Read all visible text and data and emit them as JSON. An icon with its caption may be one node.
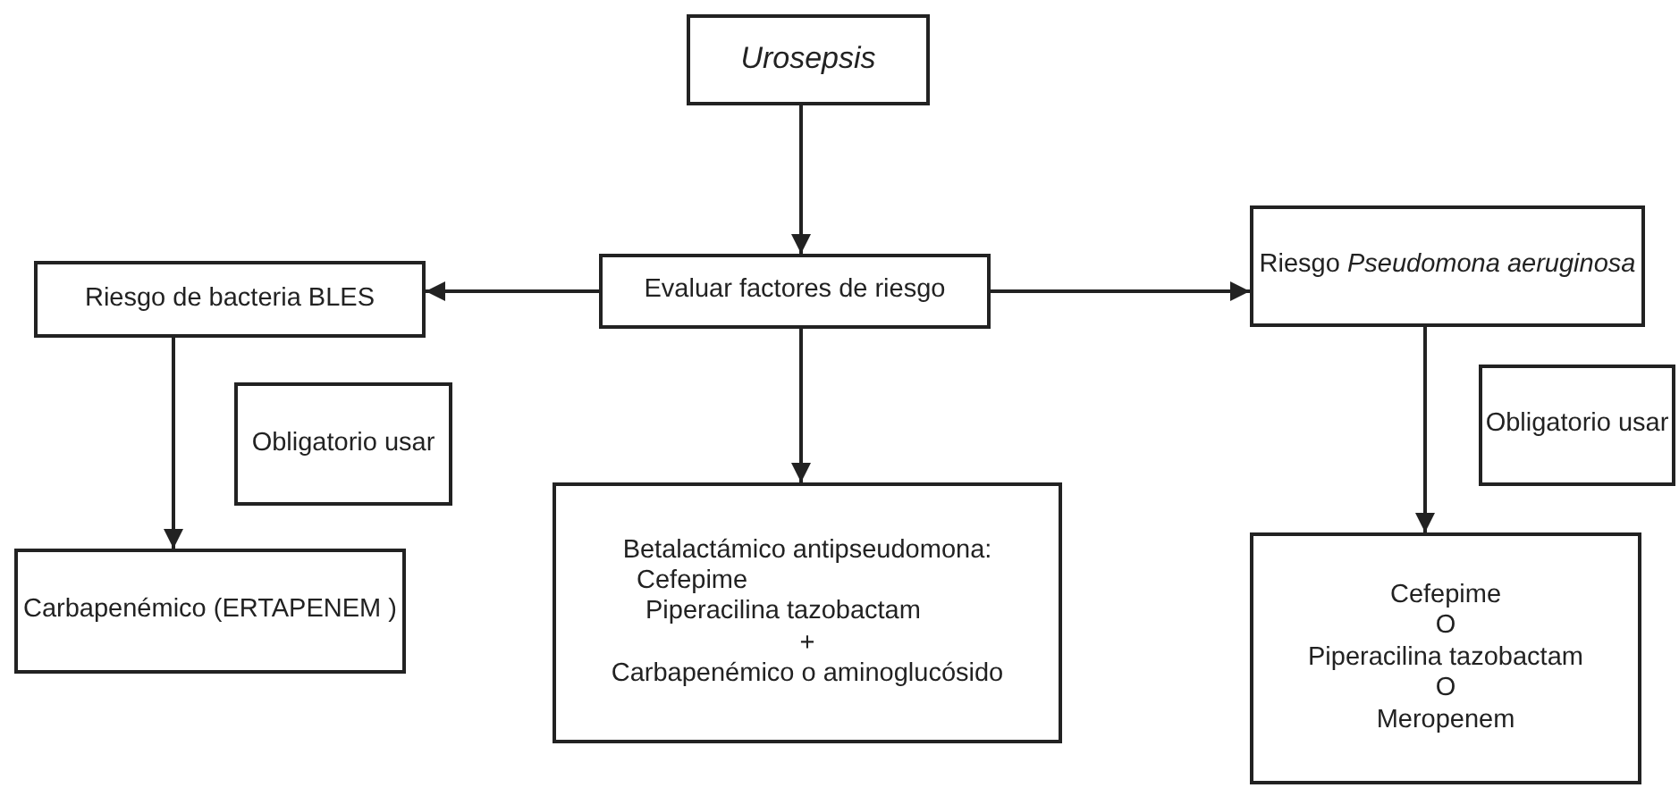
{
  "diagram": {
    "nodes": [
      {
        "text": [
          "Urosepsis"
        ]
      },
      {
        "text": [
          "Evaluar factores de riesgo"
        ]
      },
      {
        "text": [
          "Riesgo de bacteria BLES"
        ]
      },
      {
        "text": [
          "Riesgo *Pseudomona aeruginosa*"
        ]
      },
      {
        "text": [
          "Obligatorio usar"
        ]
      },
      {
        "text": [
          "Carbapenémico (ERTAPENEM )"
        ]
      },
      {
        "text": [
          "Betalactámico antipseudomona:",
          "Cefepime",
          "Piperacilina tazobactam",
          "+",
          "Carbapenémico o aminoglucósido"
        ]
      },
      {
        "text": [
          "Obligatorio usar"
        ]
      },
      {
        "text": [
          "Cefepime",
          "O",
          "Piperacilina tazobactam",
          "O",
          "Meropenem"
        ]
      }
    ],
    "edges": [
      {
        "from": 0,
        "to": 1,
        "arrow": "to"
      },
      {
        "from": 1,
        "to": 2,
        "arrow": "to"
      },
      {
        "from": 1,
        "to": 3,
        "arrow": "to"
      },
      {
        "from": 1,
        "to": 6,
        "arrow": "to"
      },
      {
        "from": 2,
        "to": 5,
        "arrow": "to"
      },
      {
        "from": 3,
        "to": 8,
        "arrow": "to"
      }
    ]
  }
}
